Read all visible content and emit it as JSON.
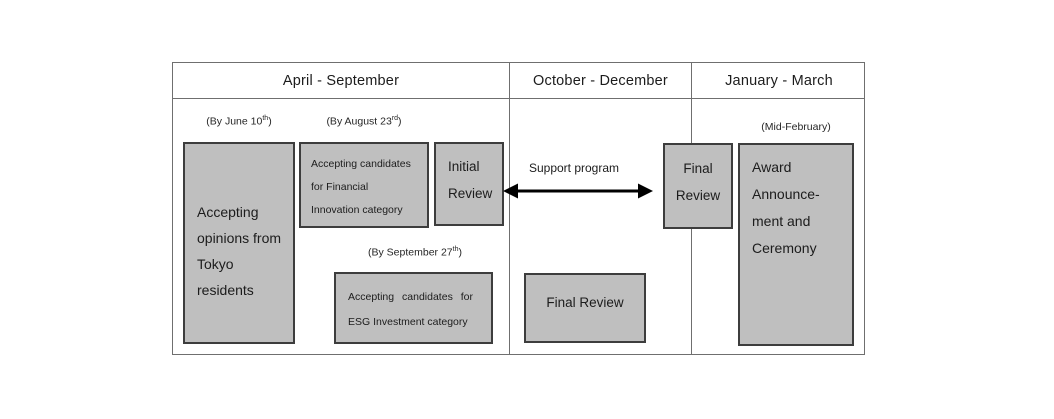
{
  "header": {
    "columns": [
      "April - September",
      "October - December",
      "January - March"
    ]
  },
  "timeline": {
    "deadline_june": {
      "pre": "(By June 10",
      "sup": "th",
      "post": ")"
    },
    "deadline_august": {
      "pre": "(By August 23",
      "sup": "rd",
      "post": ")"
    },
    "deadline_september": {
      "pre": "(By September 27",
      "sup": "th",
      "post": ")"
    },
    "mid_february": "(Mid-February)",
    "support_program_label": "Support program"
  },
  "boxes": {
    "opinions": {
      "lines": [
        "Accepting",
        "opinions from",
        "Tokyo",
        "residents"
      ]
    },
    "financial": {
      "lines": [
        "Accepting candidates",
        "for Financial",
        "Innovation category"
      ]
    },
    "initial_review": {
      "lines": [
        "Initial",
        "Review"
      ]
    },
    "esg": {
      "lines": [
        "Accepting candidates for",
        "ESG Investment category"
      ]
    },
    "final_review_mid": {
      "label": "Final Review"
    },
    "final_review_top": {
      "lines": [
        "Final",
        "Review"
      ]
    },
    "award": {
      "lines": [
        "Award",
        "Announce-",
        "ment and",
        "Ceremony"
      ]
    }
  },
  "colors": {
    "box_fill": "#bfbfbf",
    "box_border": "#3d3d3d",
    "grid_line": "#6f6f6f",
    "text": "#1c1c1c",
    "arrow": "#000000",
    "background": "#ffffff"
  }
}
